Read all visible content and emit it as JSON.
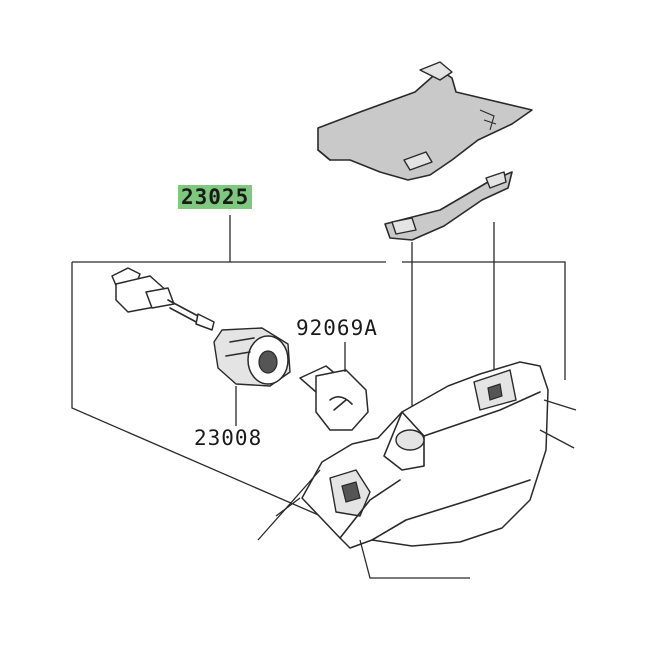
{
  "diagram": {
    "callouts": [
      {
        "id": "assembly",
        "part_number": "23025",
        "highlighted": true
      },
      {
        "id": "socket",
        "part_number": "23008",
        "highlighted": false
      },
      {
        "id": "bulb",
        "part_number": "92069A",
        "highlighted": false
      }
    ],
    "colors": {
      "highlight": "#7fc97f",
      "line": "#2a2a2a",
      "part_fill": "#c9c9c9"
    }
  }
}
